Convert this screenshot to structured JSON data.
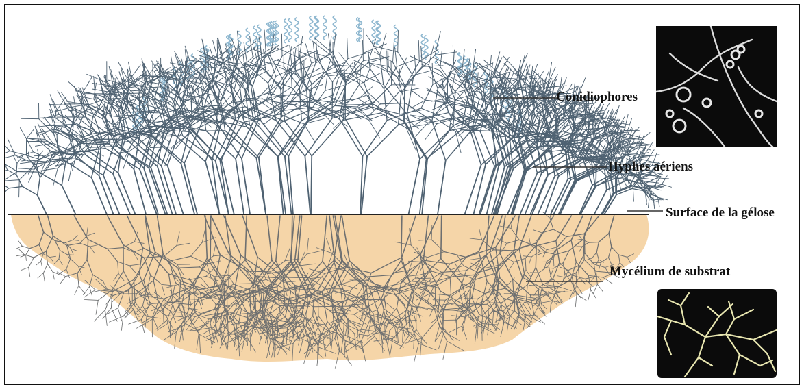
{
  "labels": {
    "conidiophores": "Conidiophores",
    "aerial_hyphae": "Hyphes aériens",
    "agar_surface": "Surface de la gélose",
    "substrate_mycelium": "Mycélium de substrat"
  },
  "colors": {
    "agar": "#f5d5a8",
    "aerial_hyphae": "#4f6272",
    "substrate_hyphae": "#6d6f70",
    "conidiophore_chains": "#8fb8d0",
    "micrograph_bg": "#0b0b0b",
    "substrate_micrograph_hyphae": "#e8e6b0",
    "conidiophore_micrograph_hyphae": "#dcdcdc"
  },
  "micrographs": [
    {
      "subject": "conidiophores",
      "icon": "spore-chain-micrograph"
    },
    {
      "subject": "substrate-mycelium",
      "icon": "branching-mycelium-micrograph"
    }
  ]
}
